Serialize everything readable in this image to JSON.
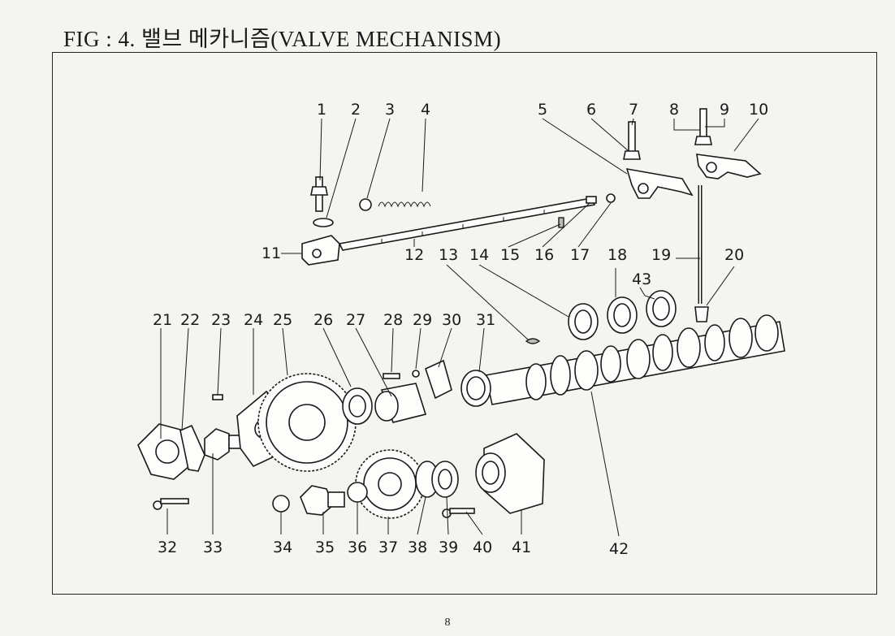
{
  "title": "FIG : 4. 밸브 메카니즘(VALVE MECHANISM)",
  "page_number": "8",
  "callouts": [
    "1",
    "2",
    "3",
    "4",
    "5",
    "6",
    "7",
    "8",
    "9",
    "10",
    "11",
    "12",
    "13",
    "14",
    "15",
    "16",
    "17",
    "18",
    "19",
    "20",
    "21",
    "22",
    "23",
    "24",
    "25",
    "26",
    "27",
    "28",
    "29",
    "30",
    "31",
    "32",
    "33",
    "34",
    "35",
    "36",
    "37",
    "38",
    "39",
    "40",
    "41",
    "42",
    "43"
  ]
}
